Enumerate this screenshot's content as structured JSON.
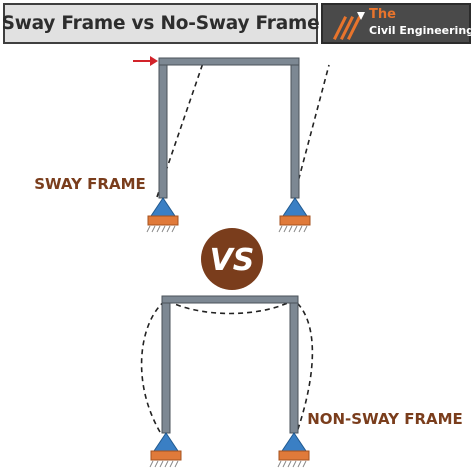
{
  "header": {
    "title": "Sway Frame vs No-Sway Frame",
    "logo": {
      "line1": "The",
      "line2": "Civil Engineering",
      "icon": "hatched-pen-icon"
    }
  },
  "diagram": {
    "top_label": "SWAY FRAME",
    "badge_label": "VS",
    "bottom_label": "NON-SWAY FRAME",
    "load_arrow_icon": "load-arrow-icon"
  },
  "colors": {
    "header_bg": "#e1e1e1",
    "logo_bg": "#4a4a4a",
    "logo_accent": "#e8742c",
    "frame_member": "#7d8893",
    "support_base": "#e07a3a",
    "support_pin": "#3a7fc4",
    "label": "#7a3d1c",
    "vs_badge": "#7a3d1c",
    "arrow": "#d2232a"
  }
}
